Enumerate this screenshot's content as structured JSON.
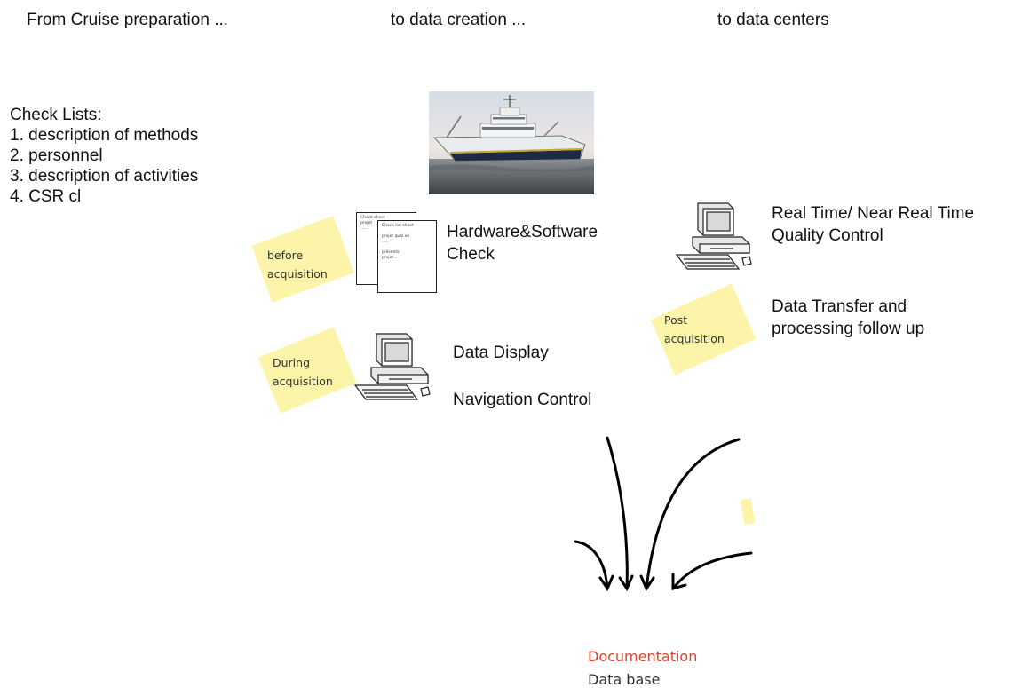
{
  "headers": {
    "col1": "From Cruise preparation ...",
    "col2": "to data creation ...",
    "col3": "to data centers"
  },
  "checklist": {
    "title": "Check Lists:",
    "items": [
      "1. description of methods",
      "2. personnel",
      "3. description of activities",
      "4. CSR cl"
    ]
  },
  "notes": {
    "before": [
      "before",
      "acquisition"
    ],
    "during": [
      "During",
      "acquisition"
    ],
    "post": [
      "Post",
      "acquisition"
    ]
  },
  "hardware_check": [
    "Hardware&Software",
    "Check"
  ],
  "data_display": "Data Display",
  "navigation_control": "Navigation Control",
  "quality_control": [
    "Real Time/ Near Real Time",
    "Quality Control"
  ],
  "data_transfer": [
    "Data Transfer and",
    "processing follow up"
  ],
  "documentation": "Documentation",
  "database": "Data base",
  "colors": {
    "documentation": "#d9452e",
    "sticky_note": "#fbf39a"
  },
  "icons": {
    "ship": "research-vessel-photo",
    "computer": "desktop-computer-icon",
    "checklist_sheets": "checklist-documents-icon"
  }
}
